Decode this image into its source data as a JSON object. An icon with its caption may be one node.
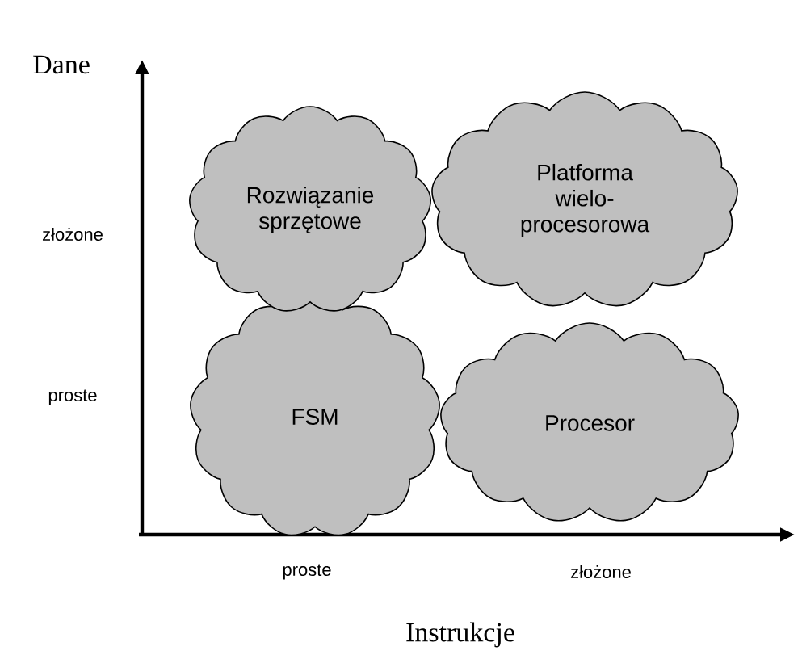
{
  "diagram": {
    "nodes": [
      {
        "text": [
          "Rozwiązanie sprzętowe"
        ]
      },
      {
        "text": [
          "Platforma wielo-procesorowa"
        ]
      },
      {
        "text": [
          "FSM"
        ]
      },
      {
        "text": [
          "Procesor"
        ]
      }
    ],
    "labels": [
      "Dane",
      "złożone",
      "proste",
      "proste",
      "złożone",
      "Instrukcje"
    ]
  }
}
